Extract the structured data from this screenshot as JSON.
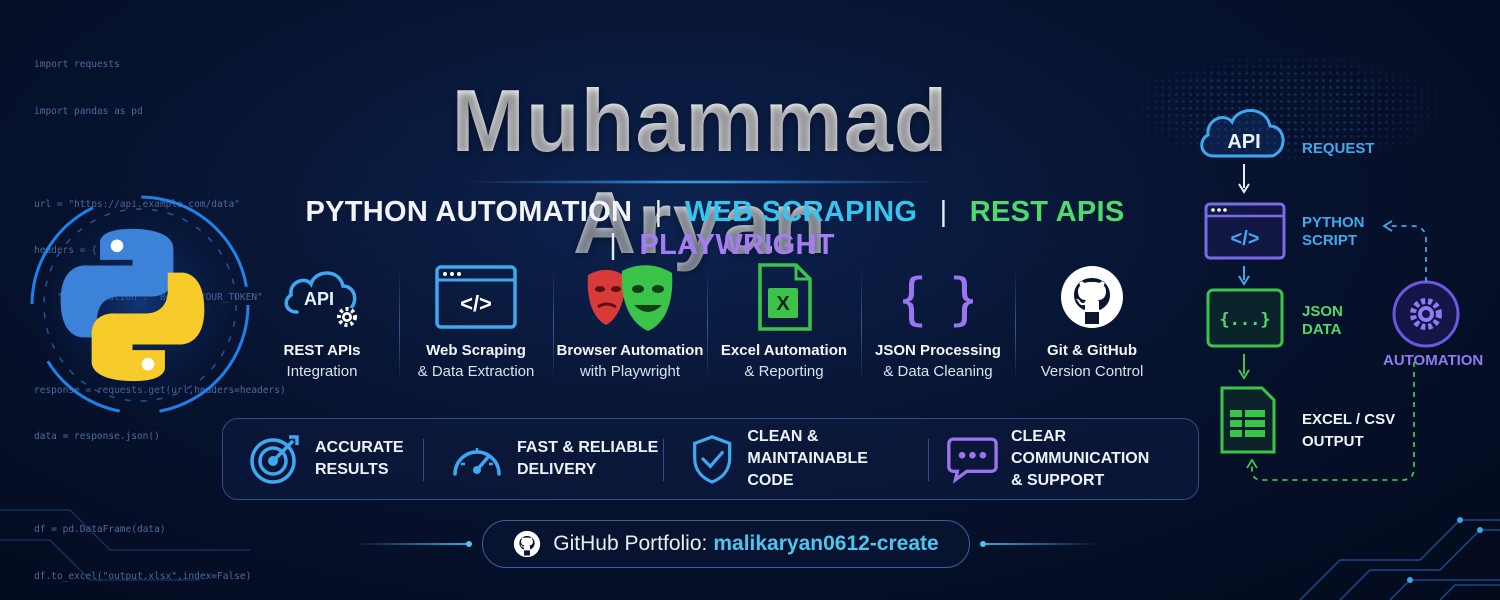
{
  "code": {
    "lines": [
      "import requests",
      "import pandas as pd",
      "",
      "url = \"https://api.example.com/data\"",
      "headers = {",
      "    \"Authorization\": \"Bearer YOUR_TOKEN\"",
      "",
      "response = requests.get(url,headers=headers)",
      "data = response.json()",
      "",
      "df = pd.DataFrame(data)",
      "df.to_excel(\"output.xlsx\",index=False)"
    ]
  },
  "header": {
    "name": "Muhammad Aryan",
    "tags": [
      {
        "label": "PYTHON AUTOMATION",
        "color": "#f2f4f8"
      },
      {
        "label": "WEB SCRAPING",
        "color": "#35c5ee"
      },
      {
        "label": "REST APIS",
        "color": "#4fdb6b"
      },
      {
        "label": "PLAYWRIGHT",
        "color": "#a57cf2"
      }
    ],
    "separator": "|"
  },
  "skills": [
    {
      "icon": "api-gear-icon",
      "line1": "REST APIs",
      "line2": "Integration",
      "icon_text": "API"
    },
    {
      "icon": "browser-code-icon",
      "line1": "Web Scraping",
      "line2": "& Data Extraction",
      "icon_text": "</>"
    },
    {
      "icon": "playwright-masks-icon",
      "line1": "Browser Automation",
      "line2": "with Playwright"
    },
    {
      "icon": "excel-icon",
      "line1": "Excel Automation",
      "line2": "& Reporting",
      "icon_text": "X"
    },
    {
      "icon": "json-braces-icon",
      "line1": "JSON Processing",
      "line2": "& Data Cleaning",
      "icon_text": "{ }"
    },
    {
      "icon": "github-icon",
      "line1": "Git & GitHub",
      "line2": "Version Control"
    }
  ],
  "benefits": [
    {
      "icon": "target-icon",
      "line1": "ACCURATE",
      "line2": "RESULTS"
    },
    {
      "icon": "speedometer-icon",
      "line1": "FAST & RELIABLE",
      "line2": "DELIVERY"
    },
    {
      "icon": "shield-check-icon",
      "line1": "CLEAN & MAINTAINABLE",
      "line2": "CODE"
    },
    {
      "icon": "chat-bubble-icon",
      "line1": "CLEAR COMMUNICATION",
      "line2": "& SUPPORT"
    }
  ],
  "portfolio": {
    "prefix": "GitHub Portfolio:",
    "handle": "malikaryan0612-create"
  },
  "flow": {
    "steps": [
      {
        "icon": "api-cloud-icon",
        "icon_text": "API",
        "line1": "REQUEST",
        "line2": "",
        "color": "#3fa8f0"
      },
      {
        "icon": "code-window-icon",
        "icon_text": "</>",
        "line1": "PYTHON",
        "line2": "SCRIPT",
        "color": "#3fa8f0"
      },
      {
        "icon": "json-icon",
        "icon_text": "{...}",
        "line1": "JSON",
        "line2": "DATA",
        "color": "#4fdb6b"
      },
      {
        "icon": "spreadsheet-icon",
        "line1": "EXCEL / CSV",
        "line2": "OUTPUT",
        "color": "#4fdb6b"
      }
    ],
    "automation_label": "AUTOMATION"
  }
}
